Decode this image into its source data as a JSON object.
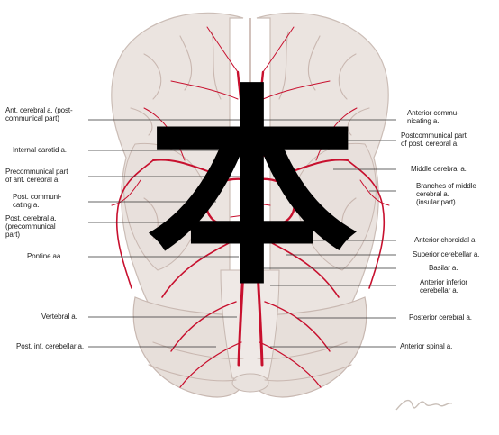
{
  "labels_left": [
    "Ant. cerebral a. (post-\ncommunical part)",
    "Internal carotid a.",
    "Precommunical part\nof ant. cerebral a.",
    "Post. communi-\ncating a.",
    "Post. cerebral a.\n(precommunical\npart)",
    "Pontine aa.",
    "Vertebral a.",
    "Post. inf. cerebellar a."
  ],
  "labels_right": [
    "Anterior commu-\nnicating a.",
    "Postcommunical part\nof post. cerebral a.",
    "Middle cerebral a.",
    "Branches of middle\ncerebral a.\n(insular part)",
    "Anterior choroidal a.",
    "Superior cerebellar a.",
    "Basilar a.",
    "Anterior inferior\ncerebellar a.",
    "Posterior cerebral a.",
    "Anterior spinal a."
  ],
  "colors": {
    "vessel": "#c8102e",
    "brain_surface": "#ece6e2",
    "brain_shadow": "#d9cfca",
    "watermark_glyph": "#000000"
  },
  "watermark": {
    "glyph": "本"
  }
}
